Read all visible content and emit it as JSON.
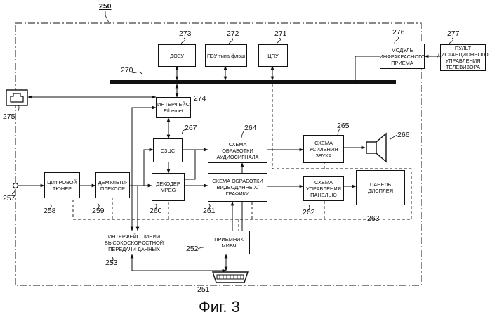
{
  "ref_250": "250",
  "blocks": {
    "dram": {
      "label": "ДОЗУ",
      "ref": "273"
    },
    "flash": {
      "label": "ПЗУ типа флэш",
      "ref": "272"
    },
    "cpu": {
      "label": "ЦПУ",
      "ref": "271"
    },
    "ir": {
      "label": "МОДУЛЬ\nИНФРАКРАСНОГО\nПРИЕМА",
      "ref": "276"
    },
    "remote": {
      "label": "ПУЛЬТ\nДИСТАНЦИОННОГО\nУПРАВЛЕНИЯ\nТЕЛЕВИЗОРА",
      "ref": "277"
    },
    "ethernet": {
      "label": "ИНТЕРФЕЙС\nEthernet",
      "ref": "274"
    },
    "szu": {
      "label": "СЗЦС",
      "ref": "267"
    },
    "audio_proc": {
      "label": "СХЕМА\nОБРАБОТКИ\nАУДИОСИГНАЛА",
      "ref": "264"
    },
    "amp": {
      "label": "СХЕМА\nУСИЛЕНИЯ\nЗВУКА",
      "ref": "265"
    },
    "tuner": {
      "label": "ЦИФРОВОЙ\nТЮНЕР",
      "ref": "258"
    },
    "demux": {
      "label": "ДЕМУЛЬТИ-\nПЛЕКСОР",
      "ref": "259"
    },
    "mpeg": {
      "label": "ДЕКОДЕР\nMPEG",
      "ref": "260"
    },
    "video_proc": {
      "label": "СХЕМА ОБРАБОТКИ\nВИДЕОДАННЫХ/\nГРАФИКИ",
      "ref": "261"
    },
    "panel_drive": {
      "label": "СХЕМА\nУПРАВЛЕНИЯ\nПАНЕЛЬЮ",
      "ref": "262"
    },
    "display": {
      "label": "ПАНЕЛЬ\nДИСПЛЕЯ",
      "ref": "263"
    },
    "hs_iface": {
      "label": "ИНТЕРФЕЙС ЛИНИИ\nВЫСОКОСКОРОСТНОЙ\nПЕРЕДАЧИ ДАННЫХ",
      "ref": "253"
    },
    "hdmi_rx": {
      "label": "ПРИЕМНИК\nМИВЧ",
      "ref": "252"
    }
  },
  "refs": {
    "bus": "270",
    "speaker": "266",
    "network_terminal": "275",
    "antenna": "257",
    "hdmi_connector": "251"
  },
  "caption": "Фиг. 3"
}
